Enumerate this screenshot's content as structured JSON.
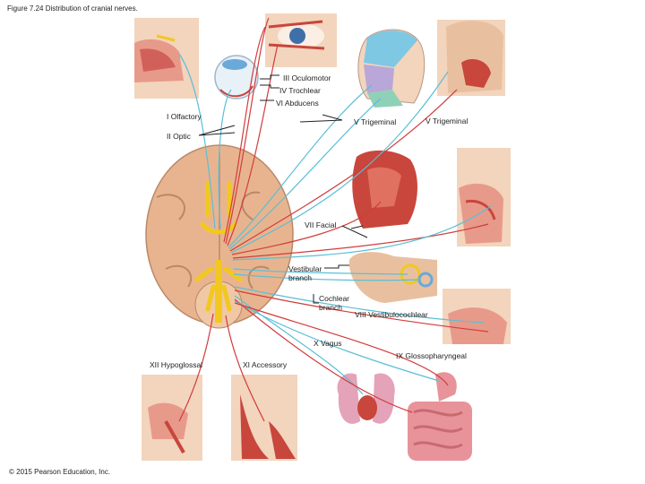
{
  "caption": "Figure 7.24 Distribution of cranial nerves.",
  "copyright": "© 2015 Pearson Education, Inc.",
  "labels": {
    "oculomotor": "III Oculomotor",
    "trochlear": "IV Trochlear",
    "abducens": "VI Abducens",
    "olfactory": "I Olfactory",
    "optic": "II Optic",
    "trigeminal_1": "V Trigeminal",
    "trigeminal_2": "V Trigeminal",
    "facial": "VII Facial",
    "vestibular": "Vestibular branch",
    "cochlear": "Cochlear branch",
    "vestibulocochlear": "VIII Vestibulocochlear",
    "vagus": "X Vagus",
    "glossopharyngeal": "IX Glossopharyngeal",
    "hypoglossal": "XII Hypoglossal",
    "accessory": "XI Accessory"
  },
  "colors": {
    "sensory_nerve": "#5bbfd6",
    "motor_nerve": "#d23c3c",
    "brain": "#e8b48f",
    "cranial_nerve_root": "#f2c81e",
    "skin": "#f2d2b8",
    "muscle": "#c8463c"
  }
}
